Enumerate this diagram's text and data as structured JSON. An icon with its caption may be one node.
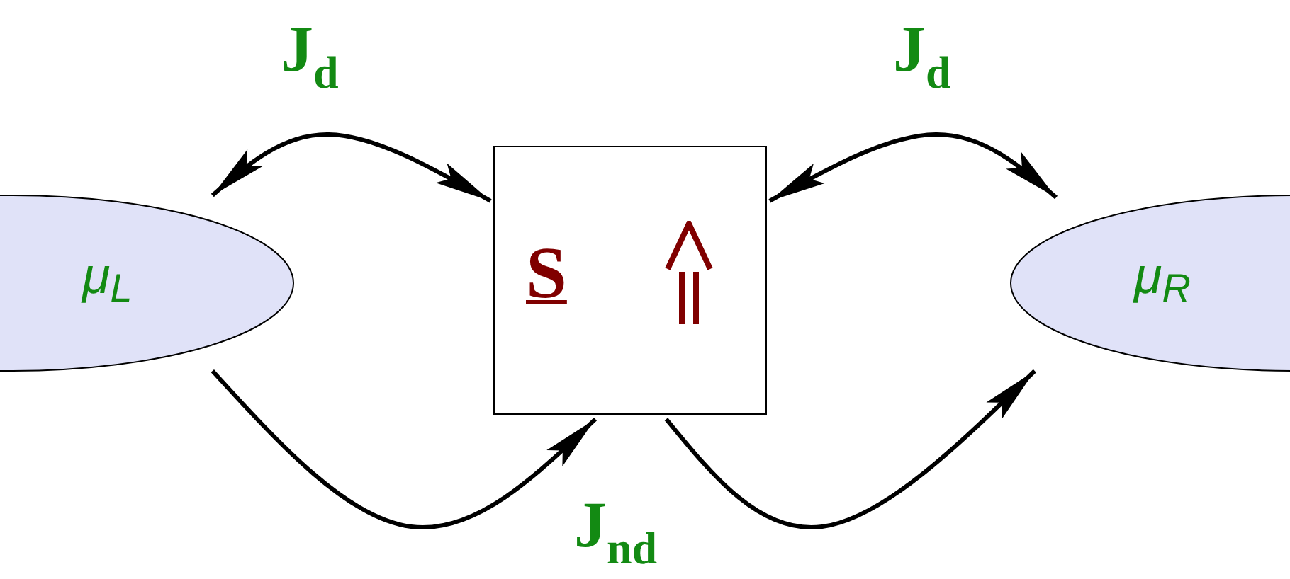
{
  "diagram": {
    "nodes": [
      {
        "text": [
          "μ$_{L}$"
        ]
      },
      {
        "text": [
          "S"
        ]
      },
      {
        "text": [
          "μ$_{R}$"
        ]
      }
    ],
    "edges": [
      {
        "from": 0,
        "to": 1,
        "arrow": "both",
        "label": "J$_{d}$"
      },
      {
        "from": 1,
        "to": 2,
        "arrow": "both",
        "label": "J$_{d}$"
      },
      {
        "from": 0,
        "to": 1,
        "arrow": "to"
      },
      {
        "from": 1,
        "to": 2,
        "arrow": "to"
      }
    ],
    "labels": [
      "J$_{nd}$"
    ]
  }
}
